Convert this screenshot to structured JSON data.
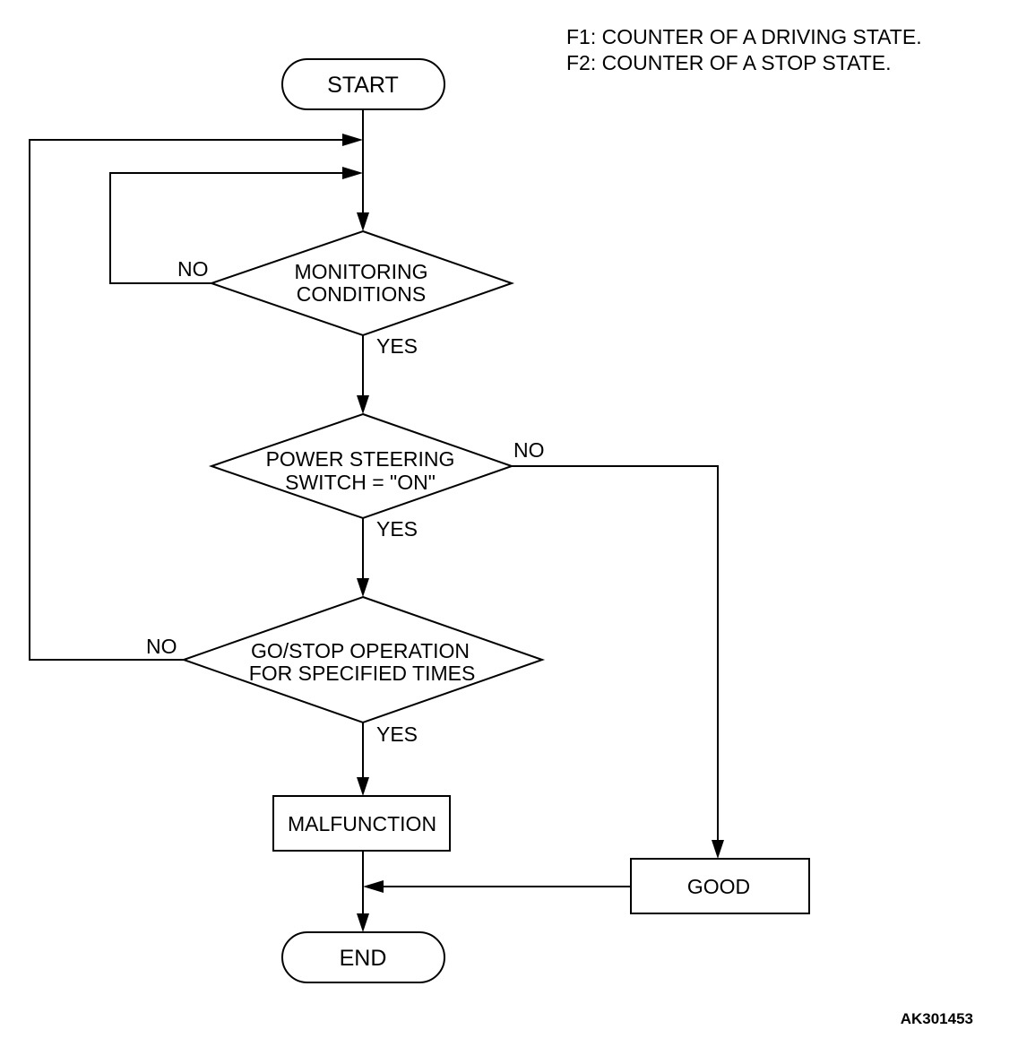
{
  "legend": {
    "line1": "F1: COUNTER OF A DRIVING STATE.",
    "line2": "F2: COUNTER OF A STOP STATE."
  },
  "nodes": {
    "start": "START",
    "end": "END",
    "decision1": {
      "line1": "MONITORING",
      "line2": "CONDITIONS"
    },
    "decision2": {
      "line1": "POWER STEERING",
      "line2": "SWITCH = \"ON\""
    },
    "decision3": {
      "line1": "GO/STOP OPERATION",
      "line2": "FOR SPECIFIED TIMES"
    },
    "malfunction": "MALFUNCTION",
    "good": "GOOD"
  },
  "edges": {
    "d1_no": "NO",
    "d1_yes": "YES",
    "d2_no": "NO",
    "d2_yes": "YES",
    "d3_no": "NO",
    "d3_yes": "YES"
  },
  "figure_code": "AK301453"
}
